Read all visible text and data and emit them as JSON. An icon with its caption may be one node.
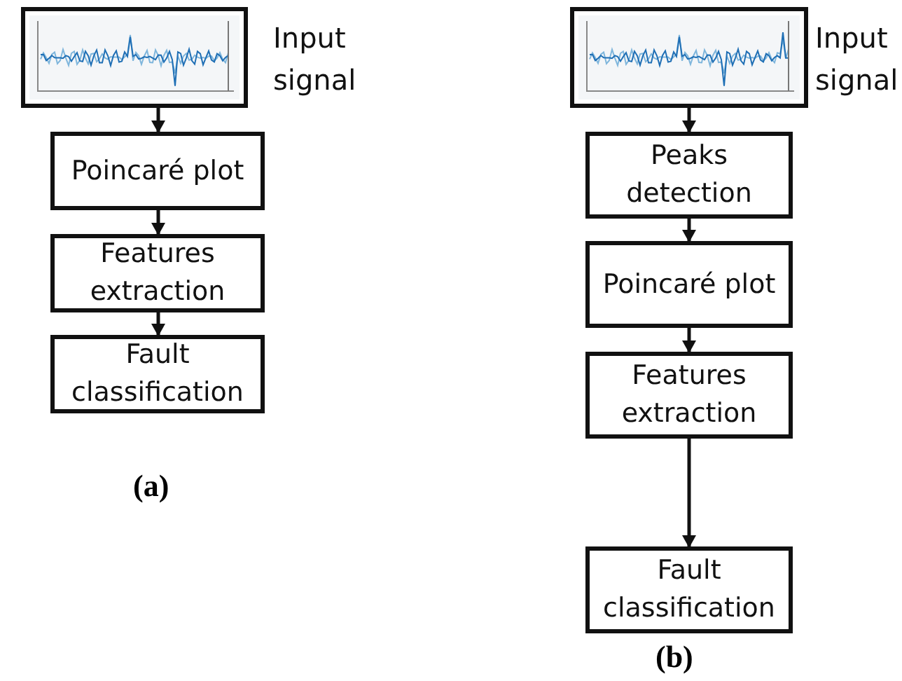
{
  "diagram": {
    "nodes": [
      {
        "text": [],
        "shape": "picture",
        "beside": [
          "Input signal"
        ]
      },
      {
        "text": [
          "Poincaré plot"
        ]
      },
      {
        "text": [
          "Features extraction"
        ]
      },
      {
        "text": [
          "Fault classification"
        ]
      },
      {
        "text": [],
        "shape": "picture",
        "beside": [
          "Input signal"
        ]
      },
      {
        "text": [
          "Peaks detection"
        ]
      },
      {
        "text": [
          "Poincaré plot"
        ]
      },
      {
        "text": [
          "Features extraction"
        ]
      },
      {
        "text": [
          "Fault classification"
        ]
      }
    ],
    "edges": [
      {
        "from": 0,
        "to": 1,
        "arrow": "to"
      },
      {
        "from": 1,
        "to": 2,
        "arrow": "to"
      },
      {
        "from": 2,
        "to": 3,
        "arrow": "to"
      },
      {
        "from": 4,
        "to": 5,
        "arrow": "to"
      },
      {
        "from": 5,
        "to": 6,
        "arrow": "to"
      },
      {
        "from": 6,
        "to": 7,
        "arrow": "to"
      },
      {
        "from": 7,
        "to": 8,
        "arrow": "to"
      }
    ],
    "labels": [
      "(a)",
      "(b)"
    ]
  }
}
